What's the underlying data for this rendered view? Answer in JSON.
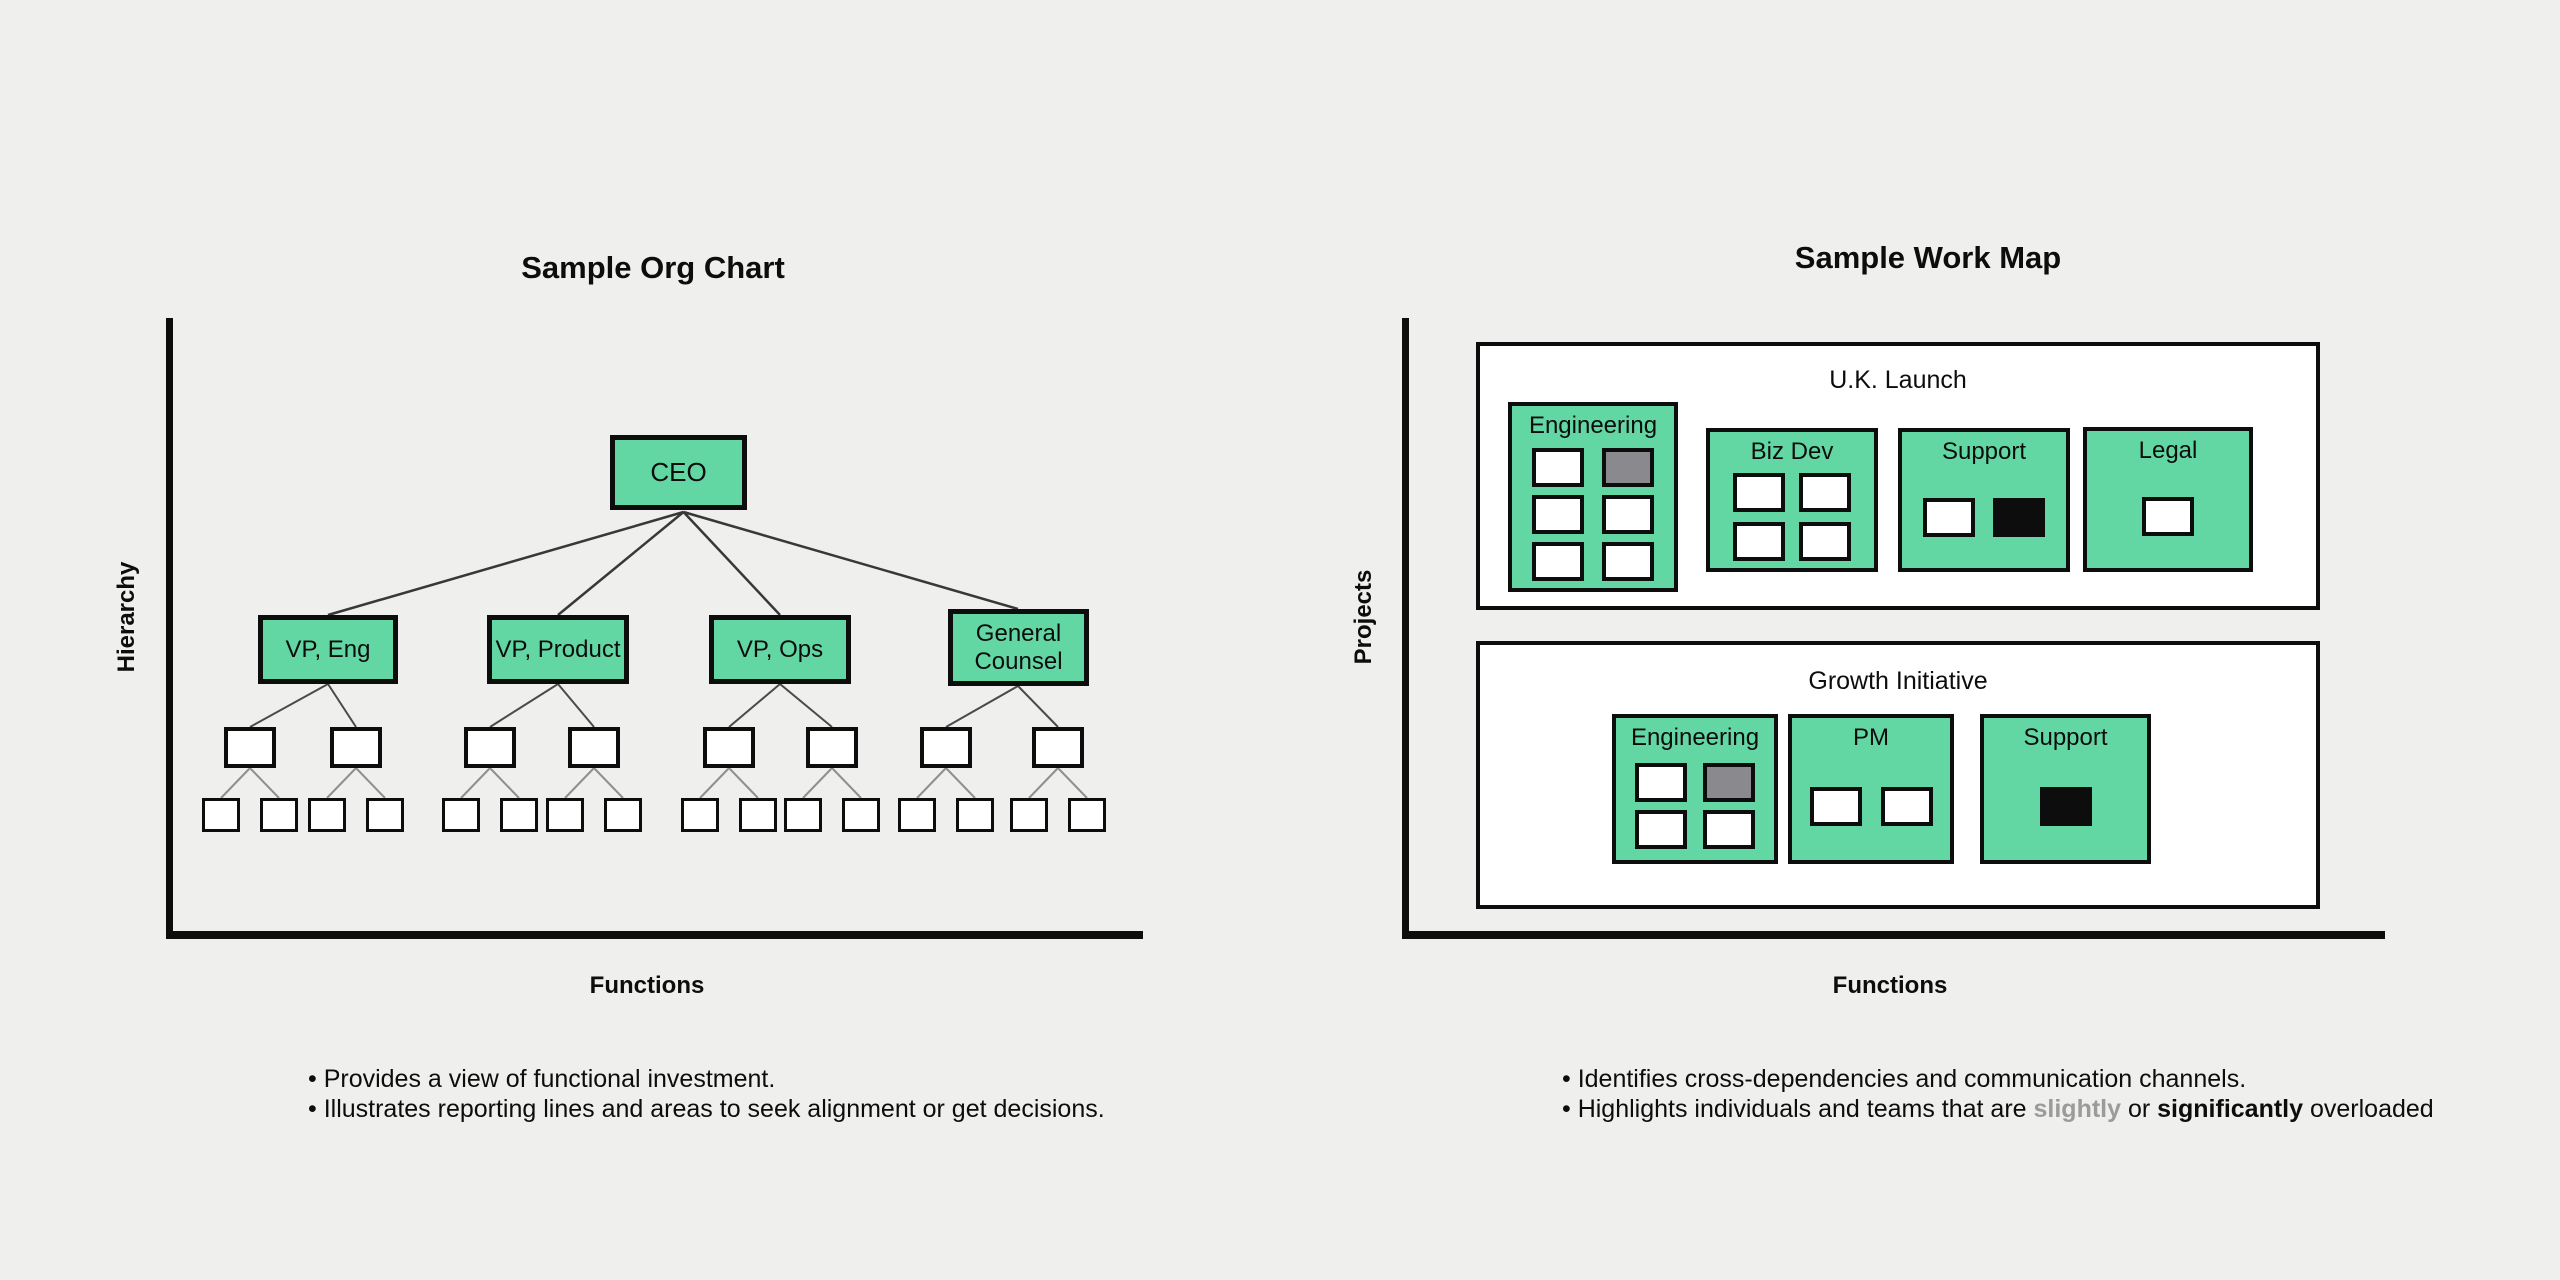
{
  "colors": {
    "background": "#EFEFED",
    "green": "#62D7A3",
    "gray_unit": "#8A8A8E",
    "black_unit": "#0D0D0D",
    "white_unit": "#FFFFFF",
    "slightly_text": "#9B9B9B"
  },
  "org_chart": {
    "title": "Sample Org Chart",
    "y_axis_label": "Hierarchy",
    "x_axis_label": "Functions",
    "root": "CEO",
    "level2": [
      "VP, Eng",
      "VP, Product",
      "VP, Ops",
      "General Counsel"
    ],
    "level3_count": 8,
    "level4_count": 16,
    "bullets": [
      "• Provides a view of functional investment.",
      "• Illustrates reporting lines and areas to seek alignment or get decisions."
    ]
  },
  "work_map": {
    "title": "Sample Work Map",
    "y_axis_label": "Projects",
    "x_axis_label": "Functions",
    "projects": [
      {
        "name": "U.K. Launch",
        "teams": [
          {
            "name": "Engineering",
            "units": [
              "white",
              "gray",
              "white",
              "white",
              "white",
              "white"
            ]
          },
          {
            "name": "Biz Dev",
            "units": [
              "white",
              "white",
              "white",
              "white"
            ]
          },
          {
            "name": "Support",
            "units": [
              "white",
              "black"
            ]
          },
          {
            "name": "Legal",
            "units": [
              "white"
            ]
          }
        ]
      },
      {
        "name": "Growth Initiative",
        "teams": [
          {
            "name": "Engineering",
            "units": [
              "white",
              "gray",
              "white",
              "white"
            ]
          },
          {
            "name": "PM",
            "units": [
              "white",
              "white"
            ]
          },
          {
            "name": "Support",
            "units": [
              "black"
            ]
          }
        ]
      }
    ],
    "bullet_line1": "• Identifies cross-dependencies and communication channels.",
    "bullet_line2_prefix": "• Highlights individuals and teams that are ",
    "bullet_line2_slightly": "slightly",
    "bullet_line2_mid": " or ",
    "bullet_line2_significantly": "significantly",
    "bullet_line2_suffix": " overloaded"
  }
}
